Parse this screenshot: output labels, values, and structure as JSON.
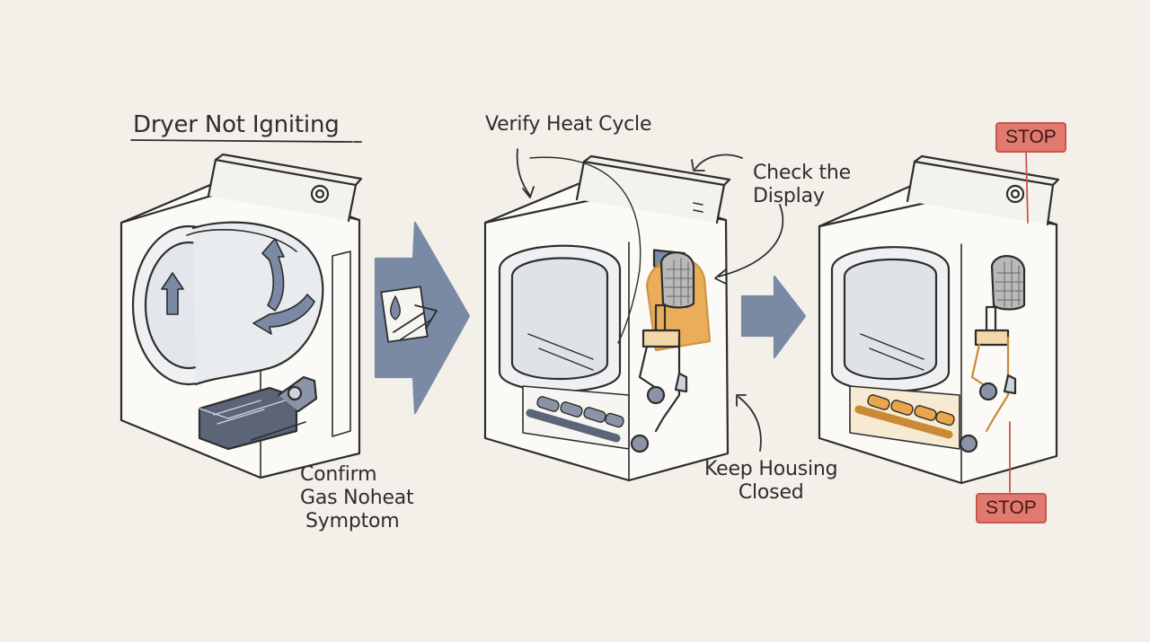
{
  "title": "Dryer Not Igniting",
  "steps": [
    {
      "label_lines": [
        "Confirm",
        "Gas Noheat",
        "Symptom"
      ]
    },
    {
      "label": "Verify Heat Cycle"
    },
    {
      "label_lines": [
        "Check the",
        "Display"
      ]
    },
    {
      "label_lines": [
        "Keep Housing",
        "Closed"
      ]
    }
  ],
  "stop_top": "STOP",
  "stop_bottom": "STOP",
  "colors": {
    "background": "#f3f0e9",
    "arrow_blue": "#7a8aa5",
    "heat_orange": "#e9a64a",
    "stop_red": "#e2796e",
    "ink": "#2d2d2d"
  }
}
